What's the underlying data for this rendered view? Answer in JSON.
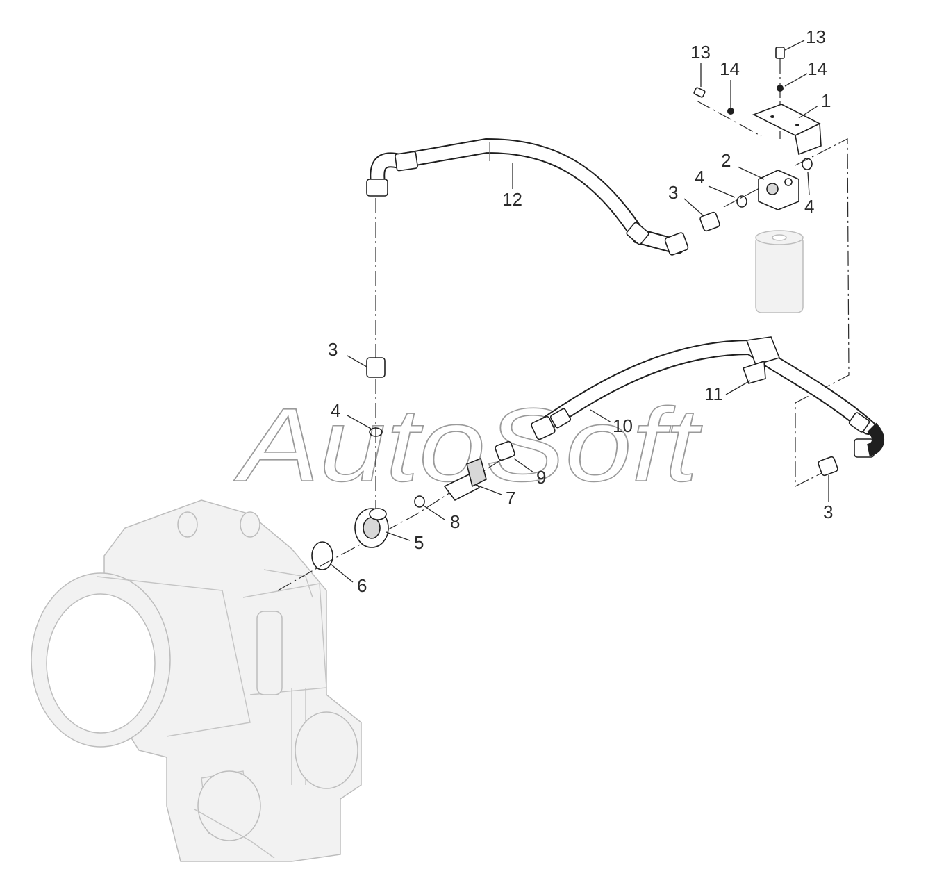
{
  "watermark": "AutoSoft",
  "callouts": [
    {
      "id": "c13a",
      "label": "13"
    },
    {
      "id": "c13b",
      "label": "13"
    },
    {
      "id": "c14a",
      "label": "14"
    },
    {
      "id": "c14b",
      "label": "14"
    },
    {
      "id": "c1",
      "label": "1"
    },
    {
      "id": "c2",
      "label": "2"
    },
    {
      "id": "c3a",
      "label": "3"
    },
    {
      "id": "c4a",
      "label": "4"
    },
    {
      "id": "c4b",
      "label": "4"
    },
    {
      "id": "c12",
      "label": "12"
    },
    {
      "id": "c3b",
      "label": "3"
    },
    {
      "id": "c4c",
      "label": "4"
    },
    {
      "id": "c11",
      "label": "11"
    },
    {
      "id": "c10",
      "label": "10"
    },
    {
      "id": "c9",
      "label": "9"
    },
    {
      "id": "c7",
      "label": "7"
    },
    {
      "id": "c8",
      "label": "8"
    },
    {
      "id": "c5",
      "label": "5"
    },
    {
      "id": "c6",
      "label": "6"
    },
    {
      "id": "c3c",
      "label": "3"
    }
  ]
}
